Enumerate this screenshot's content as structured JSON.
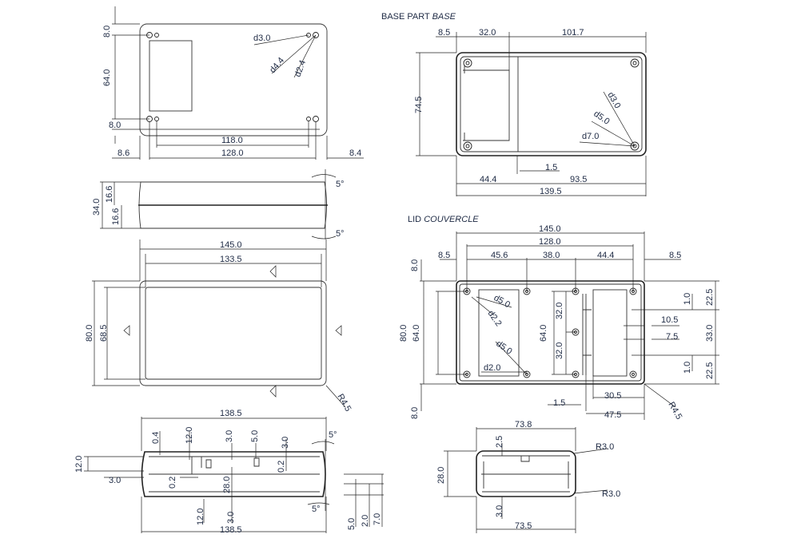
{
  "base_title": {
    "main": "BASE PART ",
    "italic": "BASE"
  },
  "lid_title": {
    "main": "LID ",
    "italic": "COUVERCLE"
  },
  "top_view": {
    "v8_top": "8.0",
    "v64": "64.0",
    "v8_bot": "8.0",
    "left": "8.6",
    "h118": "118.0",
    "h128": "128.0",
    "right": "8.4",
    "d30": "d3.0",
    "d44": "d4.4",
    "d24": "d2.4"
  },
  "side_view": {
    "h34": "34.0",
    "h166a": "16.6",
    "h166b": "16.6",
    "ang1": "5°",
    "ang2": "5°"
  },
  "front_view": {
    "w145": "145.0",
    "w1335": "133.5",
    "h80": "80.0",
    "h685": "68.5",
    "r45": "R4.5"
  },
  "section_view": {
    "w1385_top": "138.5",
    "a04": "0.4",
    "a120": "12.0",
    "a30": "3.0",
    "a50": "5.0",
    "b30": "3.0",
    "ang_top": "5°",
    "l120": "12.0",
    "l30": "3.0",
    "c02": "0.2",
    "c280": "28.0",
    "d02": "0.2",
    "e120": "12.0",
    "e30": "3.0",
    "ang_bot": "5°",
    "f50": "5.0",
    "f20": "2.0",
    "f70": "7.0",
    "w1385_bot": "138.5"
  },
  "base_view": {
    "l85": "8.5",
    "w320": "32.0",
    "w1017": "101.7",
    "h745": "74.5",
    "d30": "d3.0",
    "d50": "d5.0",
    "d70": "d7.0",
    "g15": "1.5",
    "w444": "44.4",
    "w935": "93.5",
    "w1395": "139.5"
  },
  "lid_view": {
    "w145": "145.0",
    "w128": "128.0",
    "l85": "8.5",
    "w456": "45.6",
    "w380": "38.0",
    "w444": "44.4",
    "r85": "8.5",
    "t80": "8.0",
    "h80": "80.0",
    "h64": "64.0",
    "d50a": "d5.0",
    "d22": "d2.2",
    "d50b": "d5.0",
    "d20": "d2.0",
    "m64": "64.0",
    "m32a": "32.0",
    "m32b": "32.0",
    "r10a": "1.0",
    "r225a": "22.5",
    "r105": "10.5",
    "r75": "7.5",
    "r330": "33.0",
    "r10b": "1.0",
    "r225b": "22.5",
    "b305": "30.5",
    "b15": "1.5",
    "b475": "47.5",
    "rad": "R4.5",
    "b80": "8.0"
  },
  "end_view": {
    "w738": "73.8",
    "h25": "2.5",
    "r30a": "R3.0",
    "h280": "28.0",
    "r30b": "R3.0",
    "h30": "3.0",
    "w735": "73.5"
  }
}
